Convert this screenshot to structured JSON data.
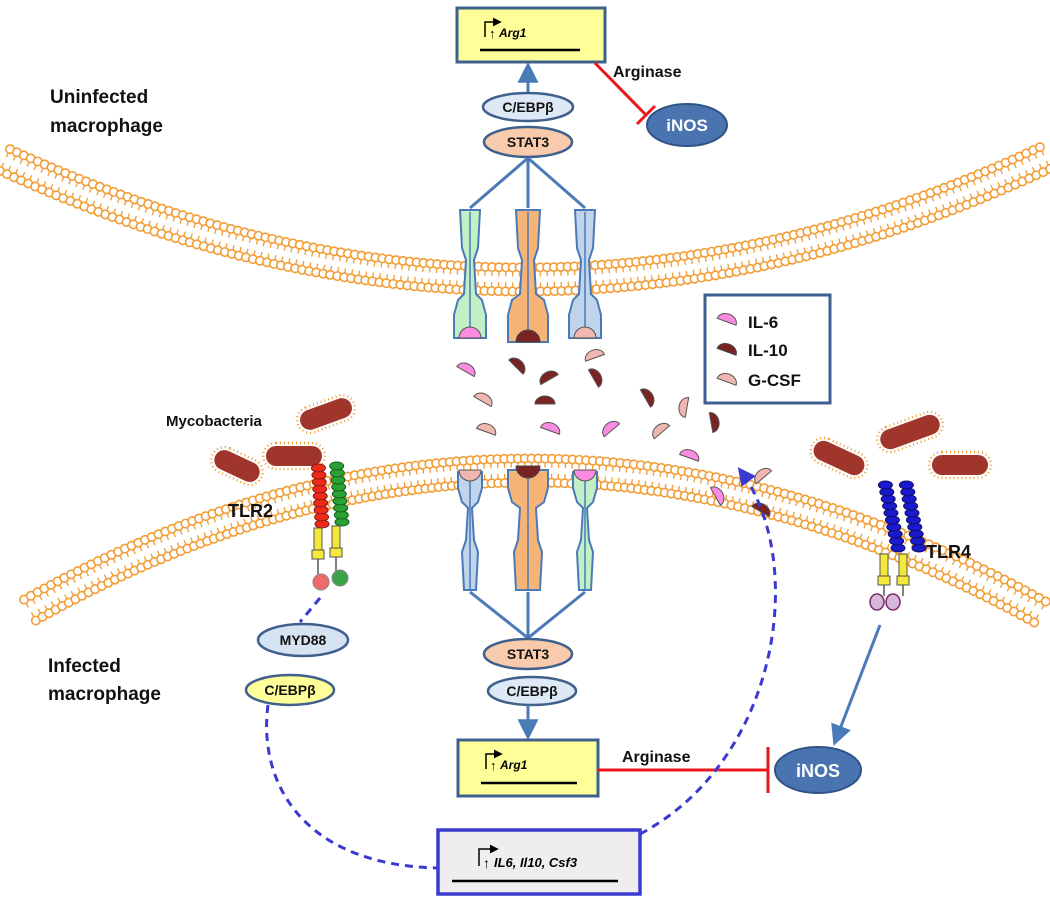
{
  "labels": {
    "uninfected_line1": "Uninfected",
    "uninfected_line2": "macrophage",
    "infected_line1": "Infected",
    "infected_line2": "macrophage",
    "mycobacteria": "Mycobacteria",
    "tlr2": "TLR2",
    "tlr4": "TLR4"
  },
  "top_cell": {
    "gene_box": "Arg1",
    "cebpb": "C/EBPβ",
    "stat3": "STAT3",
    "arginase": "Arginase",
    "inos": "iNOS"
  },
  "bottom_cell": {
    "stat3": "STAT3",
    "cebpb": "C/EBPβ",
    "gene_box": "Arg1",
    "arginase": "Arginase",
    "inos": "iNOS",
    "myd88": "MYD88",
    "cebpb_left": "C/EBPβ",
    "cytokine_genes": "IL6, Il10, Csf3"
  },
  "legend": [
    {
      "label": "IL-6",
      "color": "#f98be0"
    },
    {
      "label": "IL-10",
      "color": "#7a2323"
    },
    {
      "label": "G-CSF",
      "color": "#f0b6b0"
    }
  ],
  "colors": {
    "membrane": "#f39c34",
    "signal_arrow": "#4a7ab8",
    "inhibition": "#e8191d",
    "dashed_loop": "#3a3ad0",
    "gene_box_fill": "#ffff99",
    "cytokine_box_fill": "#eeeeee",
    "inos_fill": "#4a74b0",
    "stat3_fill": "#f8cbad",
    "cebpb_fill": "#dde9f5",
    "myd88_fill": "#d6e3f2",
    "bacteria": "#a0362b",
    "receptor_green": "#c2f0c6",
    "receptor_orange": "#f7b477",
    "receptor_blue": "#c0d4ec"
  }
}
